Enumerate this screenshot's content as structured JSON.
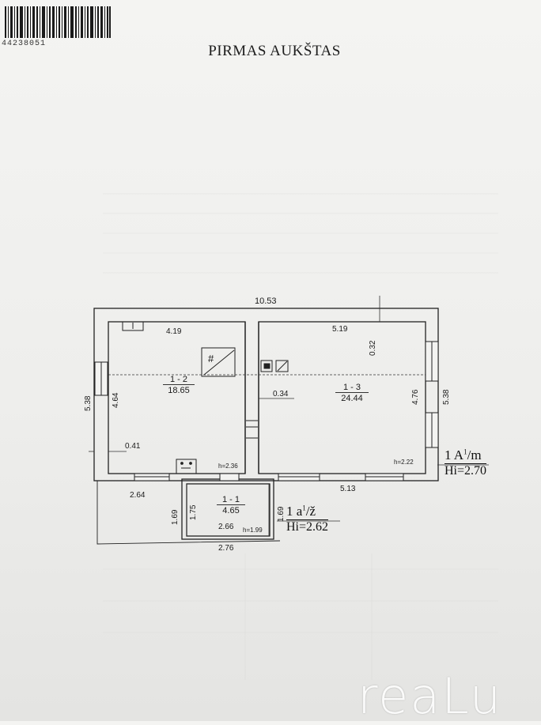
{
  "document": {
    "barcode_number": "44238051",
    "title": "PIRMAS AUKŠTAS",
    "watermark": "reaLu"
  },
  "floor_plan": {
    "overall_width": "10.53",
    "rooms": [
      {
        "id": "1 - 2",
        "area": "18.65",
        "width": "4.19",
        "depth": "4.64"
      },
      {
        "id": "1 - 3",
        "area": "24.44",
        "width": "5.19",
        "depth": "4.76"
      },
      {
        "id": "1 - 1",
        "area": "4.65",
        "width": "2.66",
        "depth": "1.75"
      }
    ],
    "dimensions": {
      "outer_left": "5.38",
      "outer_right": "5.38",
      "offset_top": "0.32",
      "wall_mid": "0.34",
      "wall_left": "0.41",
      "bottom_left": "2.64",
      "bottom_right": "5.13",
      "porch_outer": "2.76",
      "porch_left": "1.69",
      "porch_right": "1.69"
    },
    "heights": {
      "door_1_2": "h=2.36",
      "room_1_3": "h=2.22",
      "porch": "h=1.99"
    },
    "markers": [
      {
        "top": "1 A",
        "sup": "1",
        "suffix": "/m",
        "bottom": "Hi=2.70"
      },
      {
        "top": "1 a",
        "sup": "1",
        "suffix": "/ž",
        "bottom": "Hi=2.62"
      }
    ]
  }
}
